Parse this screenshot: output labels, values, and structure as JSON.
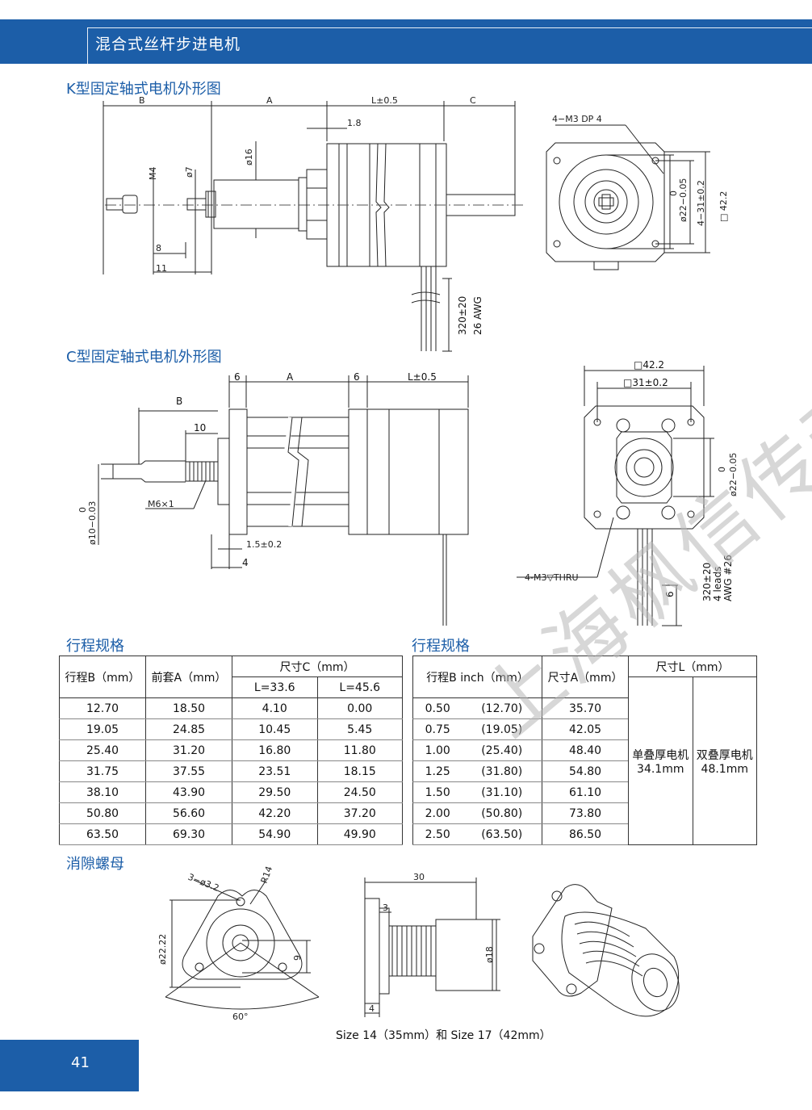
{
  "header": {
    "title": "混合式丝杆步进电机"
  },
  "sections": {
    "k_type": "K型固定轴式电机外形图",
    "c_type": "C型固定轴式电机外形图",
    "stroke_left": "行程规格",
    "stroke_right": "行程规格",
    "nut": "消隙螺母"
  },
  "k_drawing": {
    "B": "B",
    "A": "A",
    "L": "L±0.5",
    "C": "C",
    "d18": "1.8",
    "d16": "ø16",
    "m4": "M4",
    "d7": "ø7",
    "e8": "8",
    "e11": "11",
    "wire": "320±20",
    "awg": "26  AWG",
    "holes": "4−M3  DP  4",
    "sq": "□ 42.2",
    "pitch": "4−31±0.2",
    "boss": "ø22−0.05",
    "boss_up": "0"
  },
  "c_drawing": {
    "six1": "6",
    "A": "A",
    "six2": "6",
    "L": "L±0.5",
    "B": "B",
    "ten": "10",
    "m6": "M6×1",
    "shaft": "ø10−0.03",
    "shaft_up": "0",
    "f15": "1.5±0.2",
    "four": "4",
    "sq": "□42.2",
    "pitch": "□31±0.2",
    "boss": "ø22−0.05",
    "boss_up": "0",
    "holes": "4-M3▽THRU",
    "wire": "320±20",
    "leads": "4 leads",
    "awg": "AWG #26",
    "six3": "6"
  },
  "table_left": {
    "h_stroke": "行程B（mm）",
    "h_front": "前套A（mm）",
    "h_size": "尺寸C（mm）",
    "h_l1": "L=33.6",
    "h_l2": "L=45.6",
    "rows": [
      [
        "12.70",
        "18.50",
        "4.10",
        "0.00"
      ],
      [
        "19.05",
        "24.85",
        "10.45",
        "5.45"
      ],
      [
        "25.40",
        "31.20",
        "16.80",
        "11.80"
      ],
      [
        "31.75",
        "37.55",
        "23.51",
        "18.15"
      ],
      [
        "38.10",
        "43.90",
        "29.50",
        "24.50"
      ],
      [
        "50.80",
        "56.60",
        "42.20",
        "37.20"
      ],
      [
        "63.50",
        "69.30",
        "54.90",
        "49.90"
      ]
    ]
  },
  "table_right": {
    "h_stroke": "行程B  inch（mm）",
    "h_a": "尺寸A（mm）",
    "h_l": "尺寸L（mm）",
    "single": "单叠厚电机",
    "single_v": "34.1mm",
    "double": "双叠厚电机",
    "double_v": "48.1mm",
    "rows": [
      [
        "0.50",
        "(12.70)",
        "35.70"
      ],
      [
        "0.75",
        "(19.05)",
        "42.05"
      ],
      [
        "1.00",
        "(25.40)",
        "48.40"
      ],
      [
        "1.25",
        "(31.80)",
        "54.80"
      ],
      [
        "1.50",
        "(31.10)",
        "61.10"
      ],
      [
        "2.00",
        "(50.80)",
        "73.80"
      ],
      [
        "2.50",
        "(63.50)",
        "86.50"
      ]
    ]
  },
  "nut_drawing": {
    "holes": "3−ø3.2",
    "r14": "R14",
    "d2222": "ø22.22",
    "nine": "9",
    "sixty": "60°",
    "thirty": "30",
    "three": "3",
    "d18": "ø18",
    "four": "4"
  },
  "caption": "Size 14（35mm）和 Size 17（42mm）",
  "watermark": "上海枫信传动",
  "page_number": "41"
}
